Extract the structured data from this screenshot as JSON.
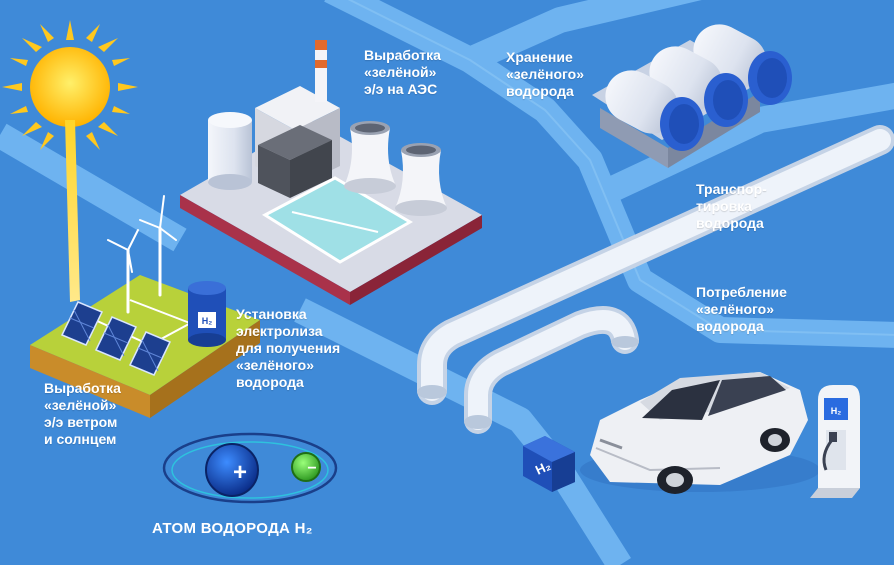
{
  "labels": {
    "npp": "Выработка\n«зелёной»\nэ/э на АЭС",
    "storage": "Хранение\n«зелёного»\nводорода",
    "transport": "Транспор-\nтировка\nводорода",
    "consumption": "Потребление\n«зелёного»\nводорода",
    "electrolysis": "Установка\nэлектролиза\nдля получения\n«зелёного»\nводорода",
    "renewables": "Выработка\n«зелёной»\nэ/э ветром\nи солнцем",
    "atom": "АТОМ ВОДОРОДА H₂"
  },
  "symbols": {
    "tank_badge": "H₂",
    "station_badge": "H₂",
    "molecule": "H₂",
    "proton": "+",
    "electron": "−"
  },
  "colors": {
    "background": "#3f8ad8",
    "road": "#6eb3f0",
    "pipe": "#e6eef8",
    "sun": "#ffc81e",
    "tank": "#1f4fb8",
    "electron": "#4fc23a",
    "grass": "#b8d13a"
  }
}
